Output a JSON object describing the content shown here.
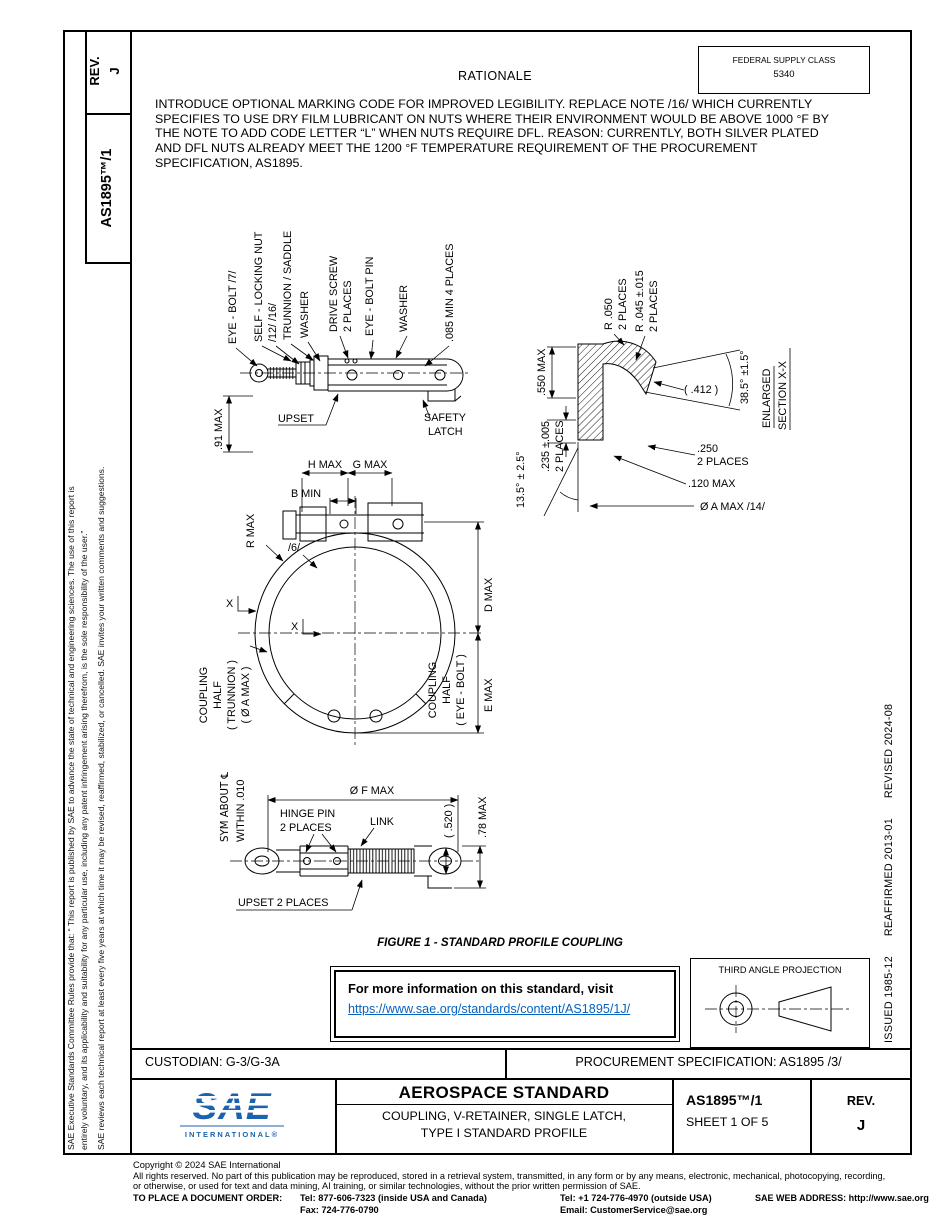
{
  "colors": {
    "link-blue": "#0563c1",
    "sae-blue": "#1b63ae"
  },
  "left_margin": {
    "rev_label": "REV.",
    "rev_letter": "J",
    "doc_number": "AS1895™/1",
    "legal_line1": "SAE Executive Standards Committee Rules provide that: “ This report is published by SAE to advance the state of technical and engineering sciences. The use of this report is",
    "legal_line2": "entirely voluntary, and its applicability and suitability for any particular use, including any patent infringement arising therefrom, is the sole responsibility of the user.”",
    "legal_line3": "SAE reviews each technical report at least every five years at which time it may be revised, reaffirmed, stabilized, or cancelled. SAE invites your written comments and suggestions."
  },
  "header": {
    "fsc_label": "FEDERAL SUPPLY CLASS",
    "fsc_value": "5340",
    "rationale_title": "RATIONALE",
    "rationale_body": "INTRODUCE OPTIONAL MARKING CODE FOR IMPROVED LEGIBILITY. REPLACE NOTE /16/ WHICH CURRENTLY SPECIFIES TO USE DRY FILM LUBRICANT ON NUTS WHERE THEIR ENVIRONMENT WOULD BE ABOVE 1000 °F BY THE NOTE TO ADD CODE LETTER “L” WHEN NUTS REQUIRE DFL. REASON: CURRENTLY, BOTH SILVER PLATED AND DFL NUTS ALREADY MEET THE 1200 °F TEMPERATURE REQUIREMENT OF THE PROCUREMENT SPECIFICATION, AS1895."
  },
  "right_margin": {
    "revision_history": "ISSUED 1985-12      REAFFIRMED 2013-01      REVISED 2024-08"
  },
  "figure": {
    "caption": "FIGURE 1 - STANDARD PROFILE COUPLING",
    "side_view": {
      "callout_eye_bolt": "EYE - BOLT   /7/",
      "callout_self_locking_nut": "SELF - LOCKING  NUT",
      "callout_nut_notes": "/12/   /16/",
      "callout_trunnion_saddle": "TRUNNION / SADDLE",
      "callout_washer_left": "WASHER",
      "callout_drive_screw": "DRIVE  SCREW",
      "callout_drive_screw_qty": "2  PLACES",
      "callout_eye_bolt_pin": "EYE - BOLT PIN",
      "callout_washer_right": "WASHER",
      "dim_085_min": ".085  MIN  4  PLACES",
      "label_upset": "UPSET",
      "label_safety": "SAFETY",
      "label_latch": "LATCH",
      "dim_91_max": ".91  MAX"
    },
    "section_view": {
      "dim_r050": "R .050",
      "dim_r050_qty": "2 PLACES",
      "dim_r045": "R .045  ±.015",
      "dim_r045_qty": "2 PLACES",
      "dim_550_max": ".550  MAX",
      "dim_412": "( .412 )",
      "dim_angle_385": "38.5° ±1.5°",
      "title_line1": "ENLARGED",
      "title_line2": "SECTION X-X",
      "dim_235": ".235  ±.005",
      "dim_235_qty": "2  PLACES",
      "dim_250": ".250",
      "dim_250_qty": "2 PLACES",
      "dim_120_max": ".120 MAX",
      "dim_dia_a": "Ø A MAX  /14/",
      "dim_angle_135": "13.5° ± 2.5°"
    },
    "front_view": {
      "dim_h_max": "H MAX",
      "dim_g_max": "G MAX",
      "dim_b_min": "B MIN",
      "dim_r_max": "R MAX",
      "note_6": "/6/",
      "section_marker": "X",
      "dim_d_max": "D MAX",
      "dim_e_max": "E MAX",
      "left_half_line1": "COUPLING",
      "left_half_line2": "HALF",
      "left_half_line3": "( TRUNNION )",
      "left_half_line4": "( Ø A  MAX )",
      "right_half_line1": "COUPLING",
      "right_half_line2": "HALF",
      "right_half_line3": "( EYE - BOLT )"
    },
    "top_view": {
      "dim_dia_f": "Ø F MAX",
      "sym_line1": "SYM  ABOUT  ℄",
      "sym_line2": "WITHIN .010",
      "label_hinge_pin": "HINGE  PIN",
      "label_hinge_pin_qty": "2 PLACES",
      "label_link": "LINK",
      "dim_520": "( .520 )",
      "dim_78_max": ".78 MAX",
      "label_upset_places": "UPSET 2 PLACES"
    }
  },
  "info_box": {
    "text": "For more information on this standard, visit",
    "link": "https://www.sae.org/standards/content/AS1895/1J/"
  },
  "projection": {
    "label": "THIRD ANGLE PROJECTION"
  },
  "custodian_row": {
    "custodian": "CUSTODIAN: G-3/G-3A",
    "procurement": "PROCUREMENT SPECIFICATION: AS1895 /3/"
  },
  "title_block": {
    "logo_text": "SAE",
    "logo_subtext": "INTERNATIONAL®",
    "kind": "AEROSPACE STANDARD",
    "title_line1": "COUPLING, V-RETAINER, SINGLE LATCH,",
    "title_line2": "TYPE I STANDARD PROFILE",
    "doc_number": "AS1895™/1",
    "sheet": "SHEET 1 OF 5",
    "rev_label": "REV.",
    "rev_letter": "J"
  },
  "footer": {
    "copyright": "Copyright © 2024 SAE International",
    "rights_line1": "All rights reserved. No part of this publication may be reproduced, stored in a retrieval system, transmitted, in any form or by any means, electronic, mechanical, photocopying, recording,",
    "rights_line2": "or otherwise, or used for text and data mining, AI training, or similar technologies, without the prior written permission of SAE.",
    "order_label": "TO PLACE A DOCUMENT ORDER:",
    "tel_inside": "Tel: 877-606-7323 (inside USA and Canada)",
    "tel_outside": "Tel: +1 724-776-4970 (outside USA)",
    "fax": "Fax: 724-776-0790",
    "email": "Email: CustomerService@sae.org",
    "web": "SAE WEB ADDRESS: http://www.sae.org"
  }
}
